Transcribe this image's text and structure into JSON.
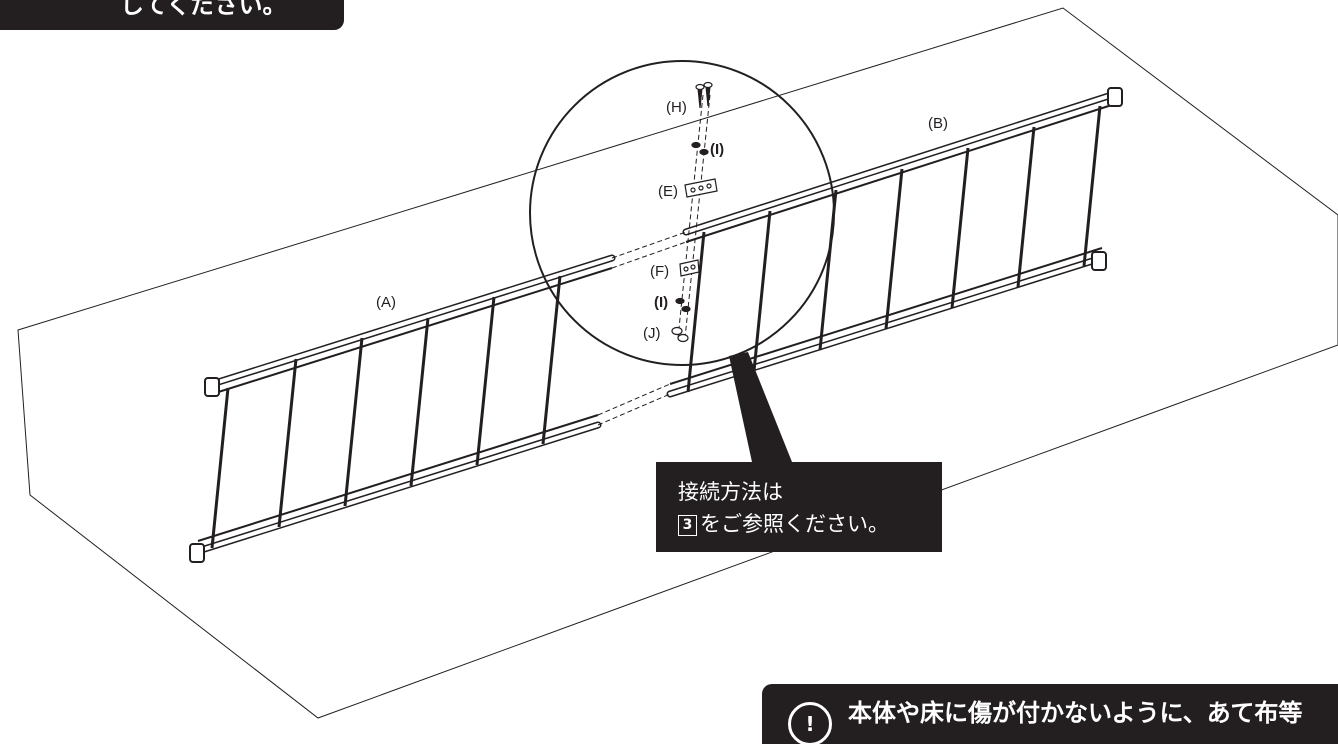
{
  "top_banner": {
    "text": "してください。"
  },
  "callout": {
    "number": "3",
    "line1": "接続方法は",
    "line2_suffix": "をご参照ください。"
  },
  "bottom_note": {
    "icon": "warning-icon",
    "icon_glyph": "!",
    "text": "本体や床に傷が付かないように、あて布等"
  },
  "labels": {
    "panel_a": "(A)",
    "panel_b": "(B)",
    "h": "(H)",
    "i_top": "(I)",
    "e": "(E)",
    "f": "(F)",
    "i_bottom": "(I)",
    "j": "(J)"
  }
}
